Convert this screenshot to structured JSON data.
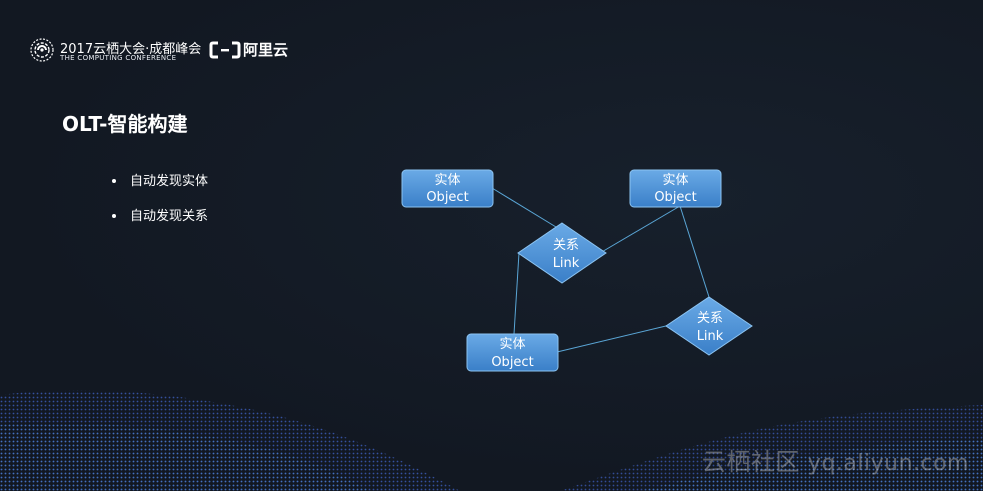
{
  "header": {
    "conference_title": "2017云栖大会·成都峰会",
    "conference_subtitle": "THE COMPUTING CONFERENCE",
    "brand_name": "阿里云"
  },
  "title": "OLT-智能构建",
  "bullets": [
    {
      "text": "自动发现实体"
    },
    {
      "text": "自动发现关系"
    }
  ],
  "diagram": {
    "entity_label_line1": "实体",
    "entity_label_line2": "Object",
    "relation_label_line1": "关系",
    "relation_label_line2": "Link",
    "nodes": [
      {
        "id": "object-1",
        "kind": "entity",
        "line1": "实体",
        "line2": "Object"
      },
      {
        "id": "object-2",
        "kind": "entity",
        "line1": "实体",
        "line2": "Object"
      },
      {
        "id": "object-3",
        "kind": "entity",
        "line1": "实体",
        "line2": "Object"
      },
      {
        "id": "link-1",
        "kind": "relation",
        "line1": "关系",
        "line2": "Link"
      },
      {
        "id": "link-2",
        "kind": "relation",
        "line1": "关系",
        "line2": "Link"
      }
    ],
    "edges": [
      [
        "object-1",
        "link-1"
      ],
      [
        "link-1",
        "object-2"
      ],
      [
        "link-1",
        "object-3"
      ],
      [
        "object-2",
        "link-2"
      ],
      [
        "object-3",
        "link-2"
      ]
    ],
    "colors": {
      "node_fill_top": "#6aaae6",
      "node_fill_bottom": "#3a7fc8",
      "node_stroke": "#8cc4f2",
      "edge": "#5aa6d6"
    }
  },
  "watermark": {
    "site_name": "云栖社区",
    "site_url": "yq.aliyun.com"
  }
}
